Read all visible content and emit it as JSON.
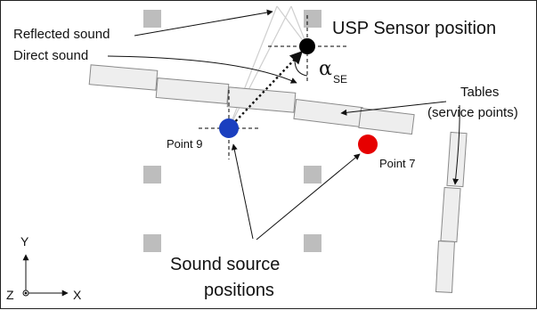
{
  "labels": {
    "reflected_sound": "Reflected sound",
    "direct_sound": "Direct sound",
    "usp_sensor": "USP Sensor position",
    "tables_line1": "Tables",
    "tables_line2": "(service points)",
    "point9": "Point 9",
    "point7": "Point 7",
    "sound_source_line1": "Sound source",
    "sound_source_line2": "positions",
    "axis_y": "Y",
    "axis_x": "X",
    "axis_z": "Z",
    "alpha": "α",
    "alpha_subscript": "SE"
  },
  "colors": {
    "sensor": "#000000",
    "point9": "#1a3fbf",
    "point7": "#e60000",
    "table_fill": "#eeeeee",
    "table_stroke": "#8a8a8a",
    "pillar": "#bdbdbd"
  }
}
